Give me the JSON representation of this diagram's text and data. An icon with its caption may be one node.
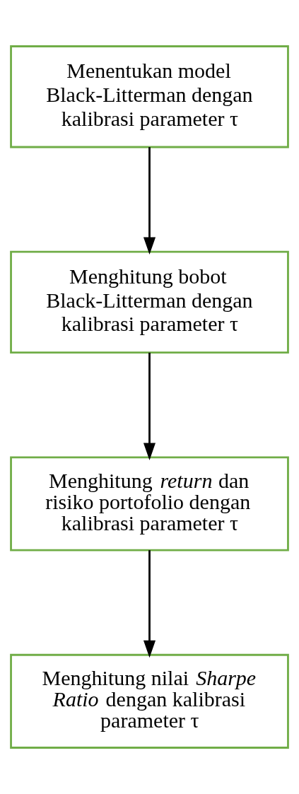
{
  "diagram": {
    "nodes": [
      {
        "text": [
          "Menentukan model Black-Litterman dengan kalibrasi parameter τ"
        ]
      },
      {
        "text": [
          "Menghitung bobot Black-Litterman dengan kalibrasi parameter τ"
        ]
      },
      {
        "text": [
          "Menghitung *return* dan risiko portofolio dengan kalibrasi parameter τ"
        ]
      },
      {
        "text": [
          "Menghitung nilai *Sharpe Ratio* dengan kalibrasi parameter τ"
        ]
      }
    ],
    "edges": [
      {
        "from": 0,
        "to": 1,
        "arrow": "to"
      },
      {
        "from": 1,
        "to": 2,
        "arrow": "to"
      },
      {
        "from": 2,
        "to": 3,
        "arrow": "to"
      }
    ]
  }
}
